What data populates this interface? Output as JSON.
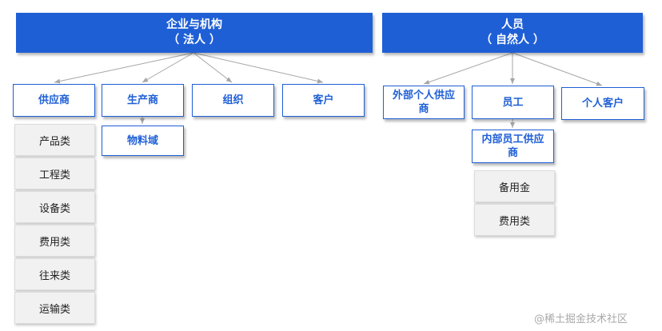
{
  "left": {
    "root": {
      "line1": "企业与机构",
      "line2": "（ 法人 ）"
    },
    "children": [
      "供应商",
      "生产商",
      "组织",
      "客户"
    ],
    "supplier_items": [
      "产品类",
      "工程类",
      "设备类",
      "费用类",
      "往来类",
      "运输类"
    ],
    "producer_child": "物料域"
  },
  "right": {
    "root": {
      "line1": "人员",
      "line2": "（ 自然人 ）"
    },
    "children": [
      "外部个人供应商",
      "员工",
      "个人客户"
    ],
    "employee_child": "内部员工供应商",
    "employee_items": [
      "备用金",
      "费用类"
    ]
  },
  "watermark": "@稀土掘金技术社区",
  "colors": {
    "accent": "#1f5fd6",
    "item_bg": "#f1f1f1",
    "connector": "#a6a6a6"
  }
}
